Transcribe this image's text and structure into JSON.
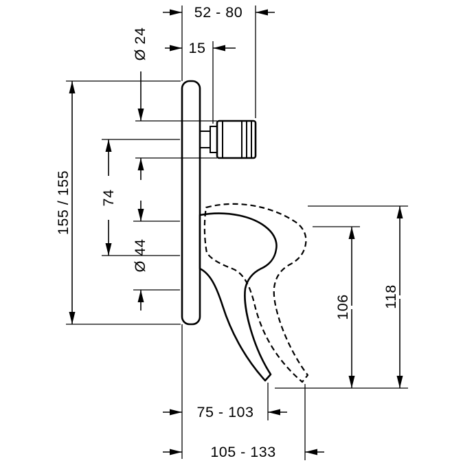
{
  "dimensions": {
    "top_depth": "52 - 80",
    "wall_offset": "15",
    "spindle_diameter": "Ø 24",
    "plate_size": "155 / 155",
    "axis_spacing": "74",
    "sleeve_diameter": "Ø 44",
    "lever_height_closed": "106",
    "lever_height_open": "118",
    "lever_reach_closed": "75 - 103",
    "lever_reach_open": "105 - 133"
  },
  "colors": {
    "line": "#000000",
    "background": "#ffffff"
  }
}
